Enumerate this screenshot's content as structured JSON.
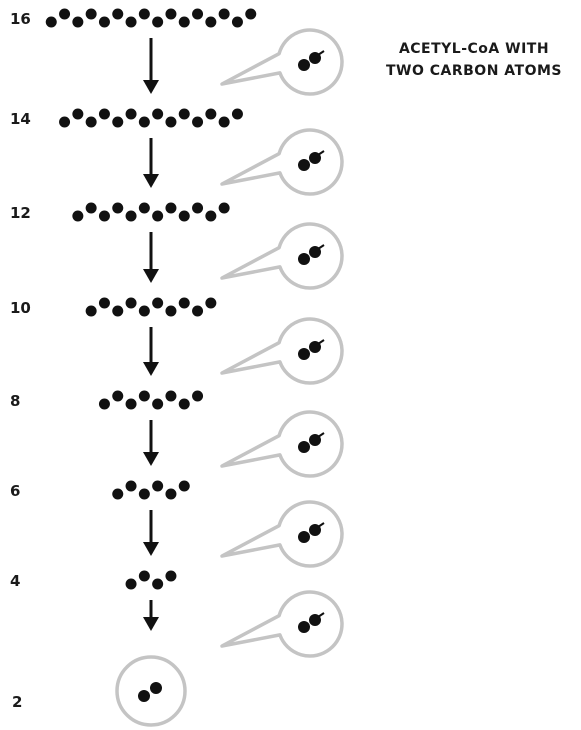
{
  "annotation": {
    "line1": "ACETYL-CoA WITH",
    "line2": "TWO CARBON ATOMS"
  },
  "chains": [
    {
      "carbon_count": 16,
      "label": "16"
    },
    {
      "carbon_count": 14,
      "label": "14"
    },
    {
      "carbon_count": 12,
      "label": "12"
    },
    {
      "carbon_count": 10,
      "label": "10"
    },
    {
      "carbon_count": 8,
      "label": "8"
    },
    {
      "carbon_count": 6,
      "label": "6"
    },
    {
      "carbon_count": 4,
      "label": "4"
    }
  ],
  "final_product": {
    "carbon_count": 2,
    "label": "2"
  },
  "released_units": 7,
  "colors": {
    "atom": "#111111",
    "bubble_outline": "#c4c4c4",
    "label": "#1a1a1a"
  }
}
